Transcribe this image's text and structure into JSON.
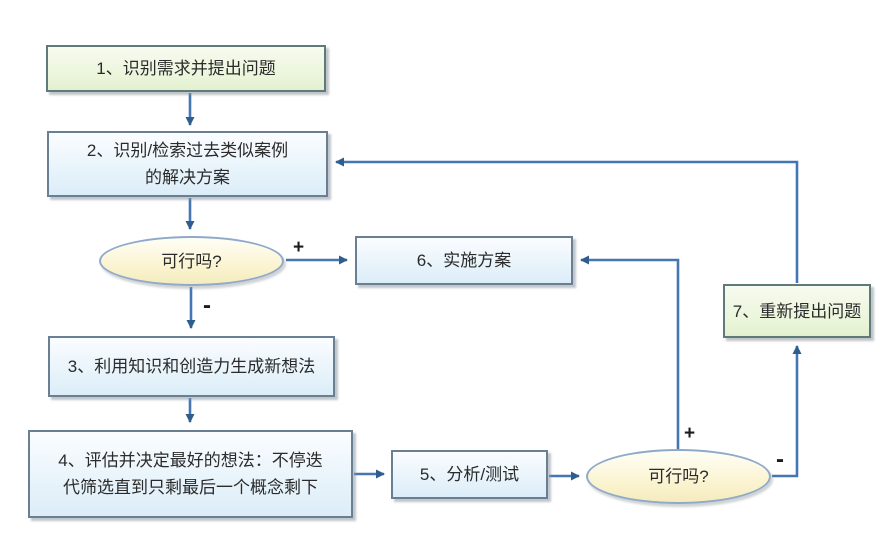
{
  "diagram": {
    "kind": "flowchart",
    "language": "zh-CN",
    "nodes": {
      "n1": {
        "label": "1、识别需求并提出问题",
        "shape": "rect",
        "fill": "green"
      },
      "n2": {
        "label": "2、识别/检索过去类似案例\n的解决方案",
        "shape": "rect",
        "fill": "blue"
      },
      "d1": {
        "label": "可行吗?",
        "shape": "ellipse",
        "fill": "yellow"
      },
      "n3": {
        "label": "3、利用知识和创造力生成新想法",
        "shape": "rect",
        "fill": "blue"
      },
      "n4": {
        "label": "4、评估并决定最好的想法：不停迭\n代筛选直到只剩最后一个概念剩下",
        "shape": "rect",
        "fill": "blue"
      },
      "n5": {
        "label": "5、分析/测试",
        "shape": "rect",
        "fill": "blue"
      },
      "n6": {
        "label": "6、实施方案",
        "shape": "rect",
        "fill": "blue"
      },
      "d2": {
        "label": "可行吗?",
        "shape": "ellipse",
        "fill": "yellow"
      },
      "n7": {
        "label": "7、重新提出问题",
        "shape": "rect",
        "fill": "green"
      }
    },
    "edge_labels": {
      "d1_yes": "+",
      "d1_no": "-",
      "d2_yes": "+",
      "d2_no": "-"
    },
    "edges": [
      "n1 -> n2",
      "n2 -> d1",
      "d1 -(+)-> n6",
      "d1 -(-)-> n3",
      "n3 -> n4",
      "n4 -> n5",
      "n5 -> d2",
      "d2 -(+)-> n6",
      "d2 -(-)-> n7",
      "n7 -> n2"
    ],
    "colors": {
      "line": "#4576b4",
      "arrowhead": "#2e5d8e",
      "box_blue_fill": "#e9f4fb",
      "box_green_fill": "#eaf5da",
      "ellipse_yellow_fill": "#faf3cf",
      "border_blue_box": "#6b7f92",
      "border_green_box": "#5e7a7a",
      "border_ellipse": "#8fa9c9",
      "text": "#2b2b2b"
    }
  }
}
